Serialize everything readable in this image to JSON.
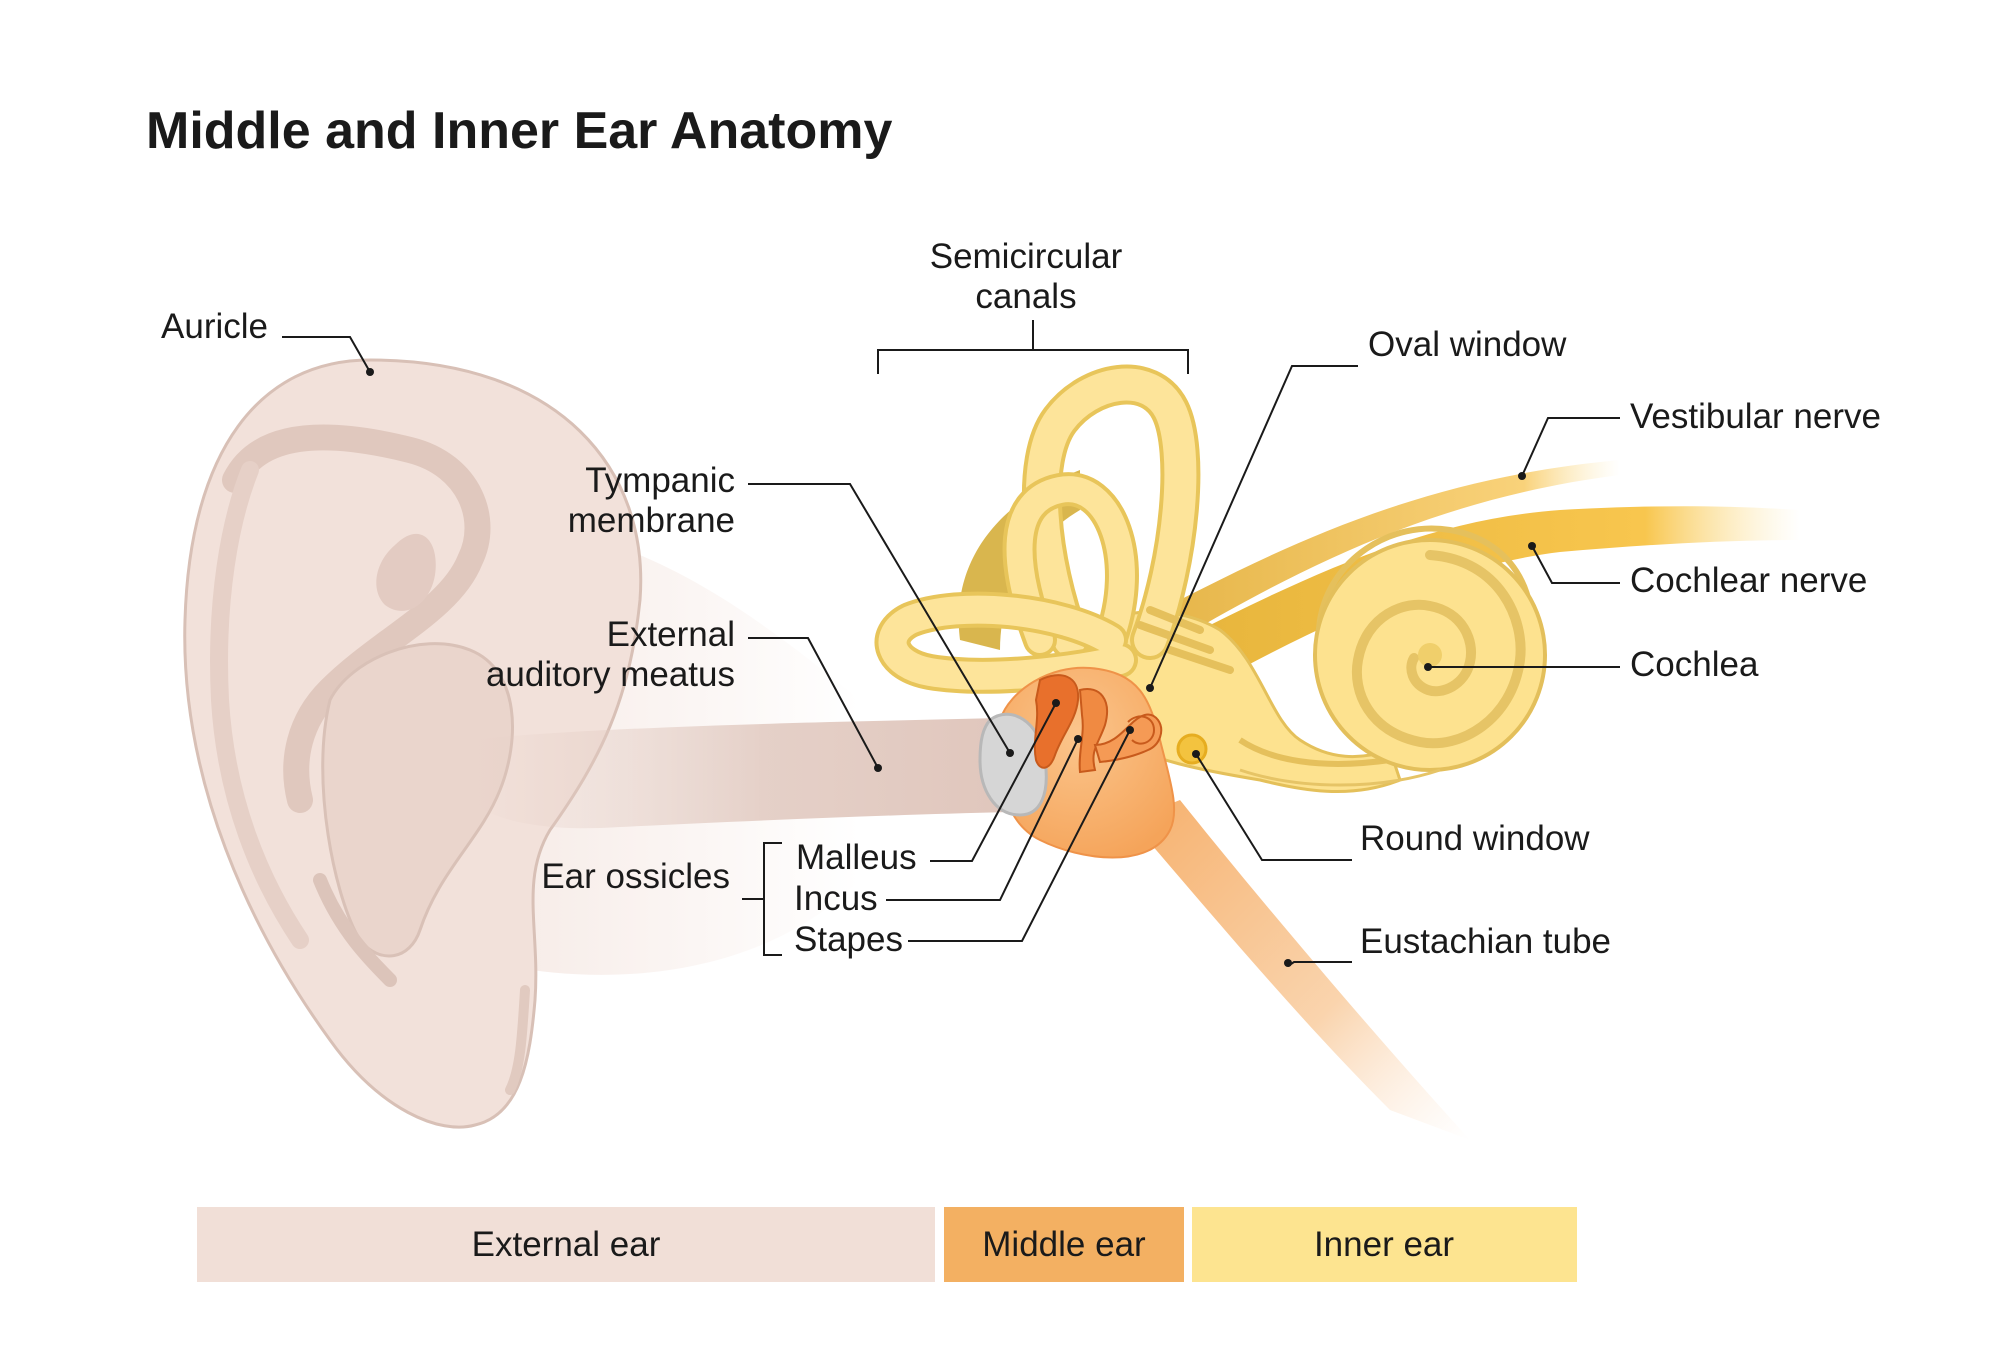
{
  "title": "Middle and Inner Ear Anatomy",
  "labels": {
    "auricle": "Auricle",
    "semicircular_canals": [
      "Semicircular",
      "canals"
    ],
    "oval_window": "Oval window",
    "vestibular_nerve": "Vestibular nerve",
    "tympanic_membrane": [
      "Tympanic",
      "membrane"
    ],
    "external_auditory_meatus": [
      "External",
      "auditory meatus"
    ],
    "cochlear_nerve": "Cochlear nerve",
    "cochlea": "Cochlea",
    "ear_ossicles": "Ear ossicles",
    "malleus": "Malleus",
    "incus": "Incus",
    "stapes": "Stapes",
    "round_window": "Round window",
    "eustachian_tube": "Eustachian tube"
  },
  "regions": [
    {
      "label": "External ear",
      "color": "#f1dfd7"
    },
    {
      "label": "Middle ear",
      "color": "#f3b062"
    },
    {
      "label": "Inner ear",
      "color": "#fde490"
    }
  ],
  "colors": {
    "skin": "#f2e1da",
    "skin_dark": "#e3cbc2",
    "skin_outline": "#d4bbb1",
    "middle": "#f6a65a",
    "ossicle": "#e8702c",
    "inner": "#fde28f",
    "inner_dark": "#d8b44a",
    "nerve": "#f7c44c",
    "membrane": "#cfcfcf"
  }
}
